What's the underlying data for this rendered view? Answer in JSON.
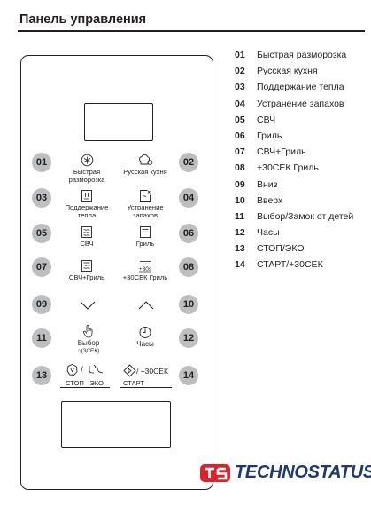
{
  "title": "Панель управления",
  "buttons": {
    "b01": "Быстрая разморозка",
    "b02": "Русская кухня",
    "b03": "Поддержание тепла",
    "b04": "Устранение запахов",
    "b05": "СВЧ",
    "b06": "Гриль",
    "b07": "СВЧ+Гриль",
    "b08": "+30СЕК Гриль",
    "b11a": "Выбор",
    "b11b": "(3СЕК)",
    "b12": "Часы",
    "b13a": "СТОП",
    "b13b": "ЭКО",
    "b14a": "/ +30СЕК",
    "b14b": "СТАРТ",
    "b08icon": "+30s"
  },
  "numbers": [
    "01",
    "02",
    "03",
    "04",
    "05",
    "06",
    "07",
    "08",
    "09",
    "10",
    "11",
    "12",
    "13",
    "14"
  ],
  "legend": [
    {
      "n": "01",
      "t": "Быстрая разморозка"
    },
    {
      "n": "02",
      "t": "Русская кухня"
    },
    {
      "n": "03",
      "t": "Поддержание тепла"
    },
    {
      "n": "04",
      "t": "Устранение запахов"
    },
    {
      "n": "05",
      "t": "СВЧ"
    },
    {
      "n": "06",
      "t": "Гриль"
    },
    {
      "n": "07",
      "t": "СВЧ+Гриль"
    },
    {
      "n": "08",
      "t": "+30СЕК Гриль"
    },
    {
      "n": "09",
      "t": "Вниз"
    },
    {
      "n": "10",
      "t": "Вверх"
    },
    {
      "n": "11",
      "t": "Выбор/Замок от детей"
    },
    {
      "n": "12",
      "t": "Часы"
    },
    {
      "n": "13",
      "t": "СТОП/ЭКО"
    },
    {
      "n": "14",
      "t": "СТАРТ/+30СЕК"
    }
  ],
  "logo": {
    "text": "TECHNOSTATUS",
    "color": "#1f3a6b",
    "accent": "#d9232d"
  },
  "colors": {
    "badge": "#bdbec0",
    "ink": "#231f20"
  }
}
